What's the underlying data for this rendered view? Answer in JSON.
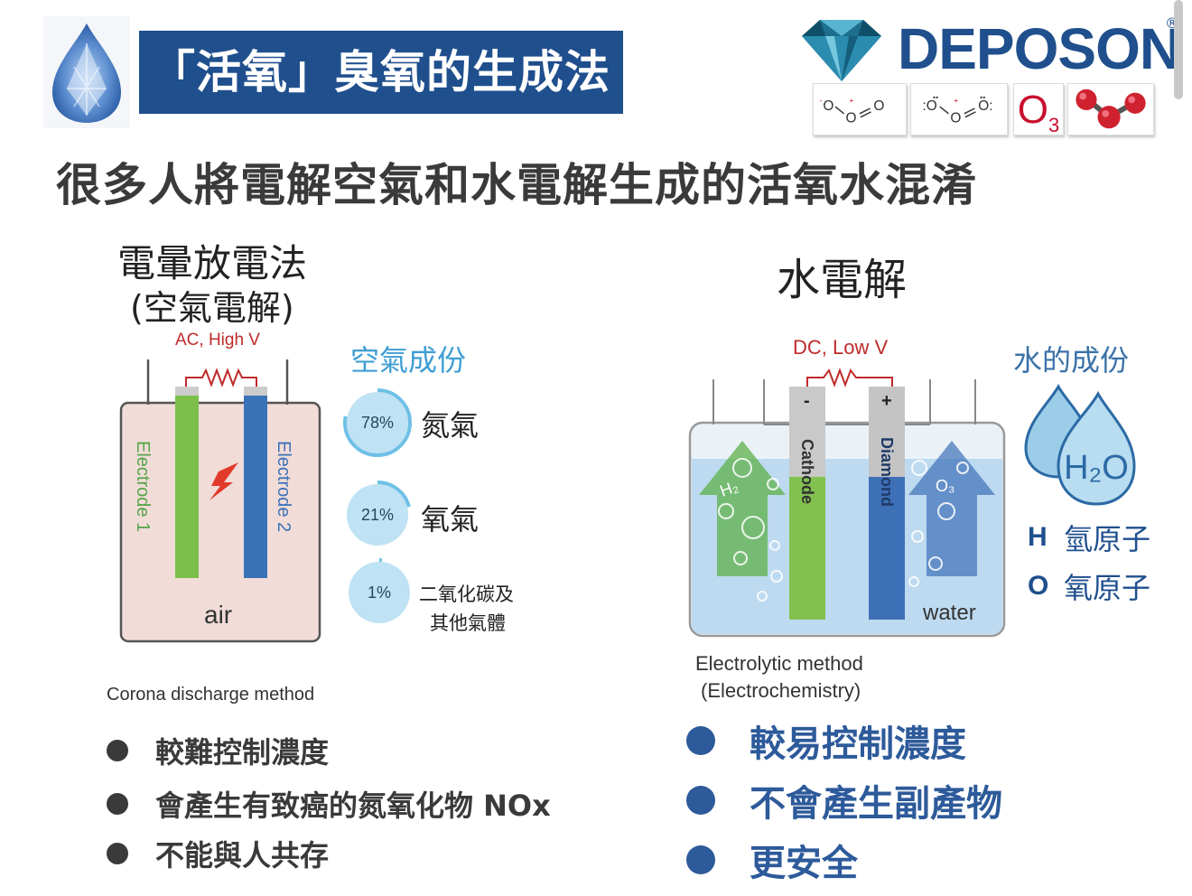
{
  "header": {
    "title": "「活氧」臭氧的生成法",
    "brand_name": "DEPOSON",
    "registered": "®",
    "o3_symbol": "O",
    "o3_sub": "3",
    "formula_1": "O–O=O",
    "formula_2": "O–O=O"
  },
  "headline": "很多人將電解空氣和水電解生成的活氧水混淆",
  "corona": {
    "title": "電暈放電法",
    "subtitle": "(空氣電解)",
    "voltage_label": "AC, High V",
    "electrode_1": "Electrode 1",
    "electrode_2": "Electrode 2",
    "medium": "air",
    "caption": "Corona discharge method",
    "composition_title": "空氣成份",
    "composition": [
      {
        "percent": "78%",
        "value": 78,
        "name": "氮氣"
      },
      {
        "percent": "21%",
        "value": 21,
        "name": "氧氣"
      },
      {
        "percent": "1%",
        "value": 1,
        "name_line1": "二氧化碳及",
        "name_line2": "其他氣體"
      }
    ],
    "bullets": [
      "較難控制濃度",
      "會產生有致癌的氮氧化物 NOx",
      "不能與人共存"
    ]
  },
  "electrolysis": {
    "title": "水電解",
    "voltage_label": "DC, Low V",
    "cathode": "Cathode",
    "anode": "Diamond",
    "minus": "-",
    "plus": "+",
    "h2_label": "H₂",
    "o3_label": "O₃",
    "medium": "water",
    "caption_line1": "Electrolytic method",
    "caption_line2": "(Electrochemistry)",
    "composition_title": "水的成份",
    "h2o_label": "H₂O",
    "atoms": [
      {
        "symbol": "H",
        "name": "氫原子"
      },
      {
        "symbol": "O",
        "name": "氧原子"
      }
    ],
    "bullets": [
      "較易控制濃度",
      "不會產生副產物",
      "更安全"
    ]
  },
  "colors": {
    "banner": "#1f4f8d",
    "brand": "#1f4f8d",
    "accent_red": "#c8102e",
    "air_blue": "#3f9ed4",
    "electrode_green": "#7bbf4a",
    "electrode_blue": "#3a72b8"
  }
}
